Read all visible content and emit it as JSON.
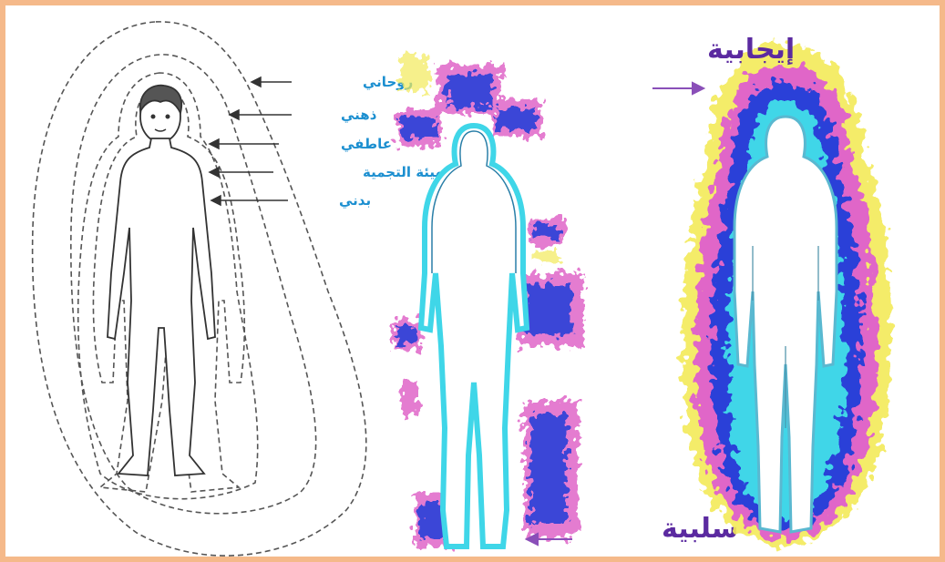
{
  "layers": [
    {
      "label": "روحاني"
    },
    {
      "label": "ذهني"
    },
    {
      "label": "عاطفي"
    },
    {
      "label": "الهيئة التجمية"
    },
    {
      "label": "بدني"
    }
  ],
  "negative_label": "سلبية",
  "positive_label": "إيجابية",
  "colors": {
    "frame": "#f5b98a",
    "layer_text": "#1c8fd0",
    "big_text": "#5b2aa0",
    "aura_cyan": "#3fd6e8",
    "aura_blue": "#2a3fd8",
    "aura_pink": "#e066c8",
    "aura_yellow": "#f3ea5a"
  }
}
